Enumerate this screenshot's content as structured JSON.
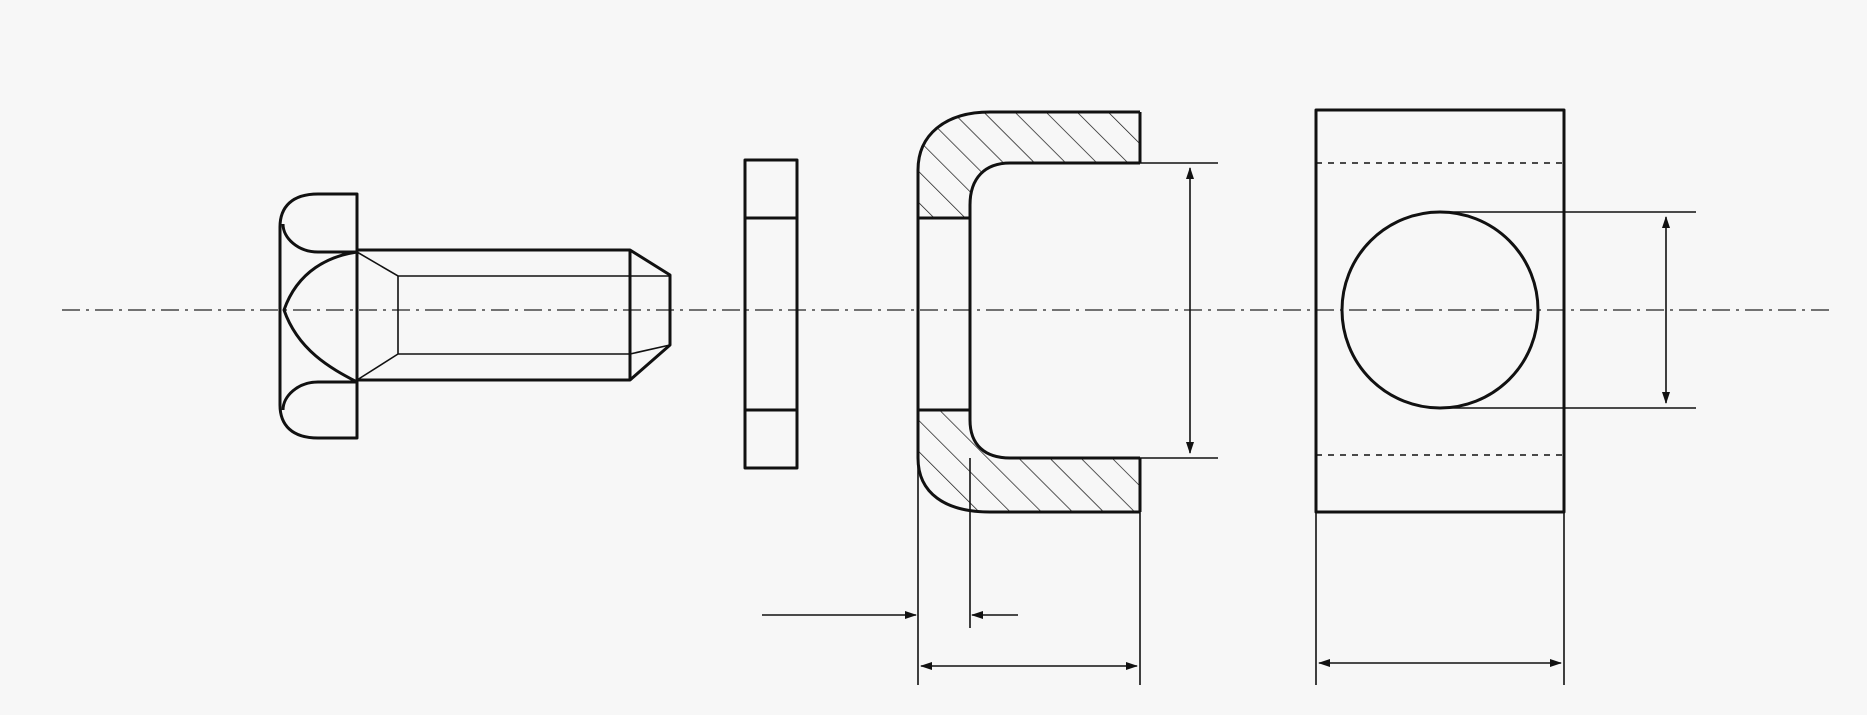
{
  "drawing": {
    "style": "technical-drawing",
    "parts": [
      "hex-bolt",
      "washer",
      "u-bracket-section",
      "plate-with-hole"
    ],
    "colors": {
      "ink": "#111111",
      "paper": "#f7f7f7"
    }
  }
}
